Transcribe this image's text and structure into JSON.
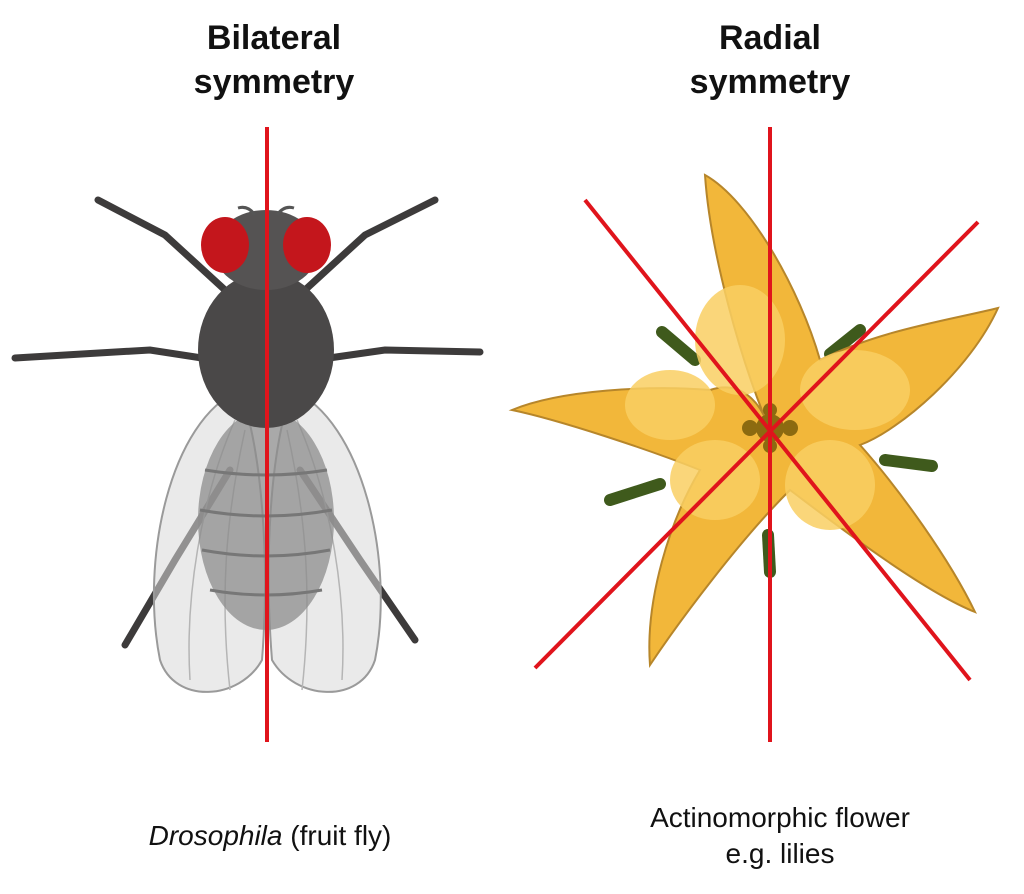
{
  "left": {
    "title_line1": "Bilateral",
    "title_line2": "symmetry",
    "caption_italic": "Drosophila",
    "caption_rest": " (fruit fly)",
    "illustration": "fruit-fly"
  },
  "right": {
    "title_line1": "Radial",
    "title_line2": "symmetry",
    "caption_line1": "Actinomorphic flower",
    "caption_line2": "e.g. lilies",
    "illustration": "five-petal-flower"
  },
  "colors": {
    "symmetry_line": "#e0141c",
    "fly_eye": "#c4161c",
    "fly_body": "#4a4848",
    "fly_wing": "#d9d9d9",
    "petal": "#f2b73a",
    "petal_highlight": "#f9cf63",
    "sepal": "#3f5a1c",
    "flower_center": "#8c6a10"
  }
}
